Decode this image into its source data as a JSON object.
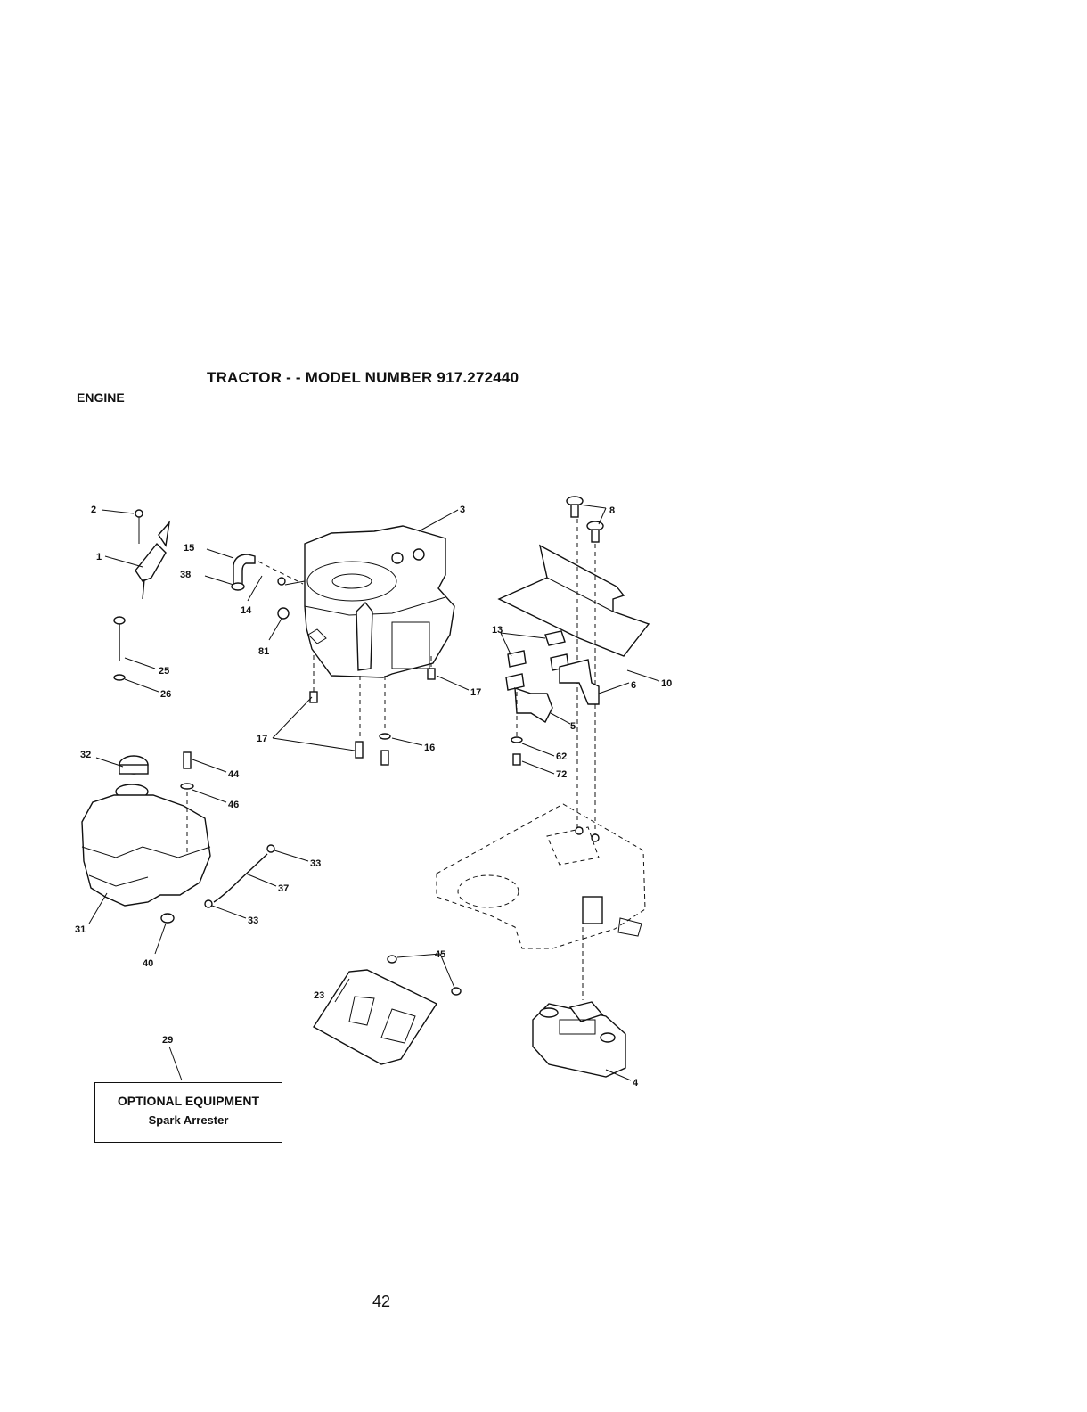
{
  "header": {
    "title": "TRACTOR - - MODEL NUMBER 917.272440",
    "section": "ENGINE"
  },
  "callouts": [
    {
      "id": "c1",
      "label": "1"
    },
    {
      "id": "c2",
      "label": "2"
    },
    {
      "id": "c3",
      "label": "3"
    },
    {
      "id": "c4",
      "label": "4"
    },
    {
      "id": "c5",
      "label": "5"
    },
    {
      "id": "c6",
      "label": "6"
    },
    {
      "id": "c8",
      "label": "8"
    },
    {
      "id": "c10",
      "label": "10"
    },
    {
      "id": "c13",
      "label": "13"
    },
    {
      "id": "c14",
      "label": "14"
    },
    {
      "id": "c15",
      "label": "15"
    },
    {
      "id": "c16",
      "label": "16"
    },
    {
      "id": "c17a",
      "label": "17"
    },
    {
      "id": "c17b",
      "label": "17"
    },
    {
      "id": "c23",
      "label": "23"
    },
    {
      "id": "c25",
      "label": "25"
    },
    {
      "id": "c26",
      "label": "26"
    },
    {
      "id": "c29",
      "label": "29"
    },
    {
      "id": "c31",
      "label": "31"
    },
    {
      "id": "c32",
      "label": "32"
    },
    {
      "id": "c33a",
      "label": "33"
    },
    {
      "id": "c33b",
      "label": "33"
    },
    {
      "id": "c37",
      "label": "37"
    },
    {
      "id": "c38",
      "label": "38"
    },
    {
      "id": "c40",
      "label": "40"
    },
    {
      "id": "c44",
      "label": "44"
    },
    {
      "id": "c45",
      "label": "45"
    },
    {
      "id": "c46",
      "label": "46"
    },
    {
      "id": "c62",
      "label": "62"
    },
    {
      "id": "c72",
      "label": "72"
    },
    {
      "id": "c81",
      "label": "81"
    }
  ],
  "optional_box": {
    "title": "OPTIONAL EQUIPMENT",
    "subtitle": "Spark Arrester"
  },
  "footer": {
    "page_number": "42"
  }
}
